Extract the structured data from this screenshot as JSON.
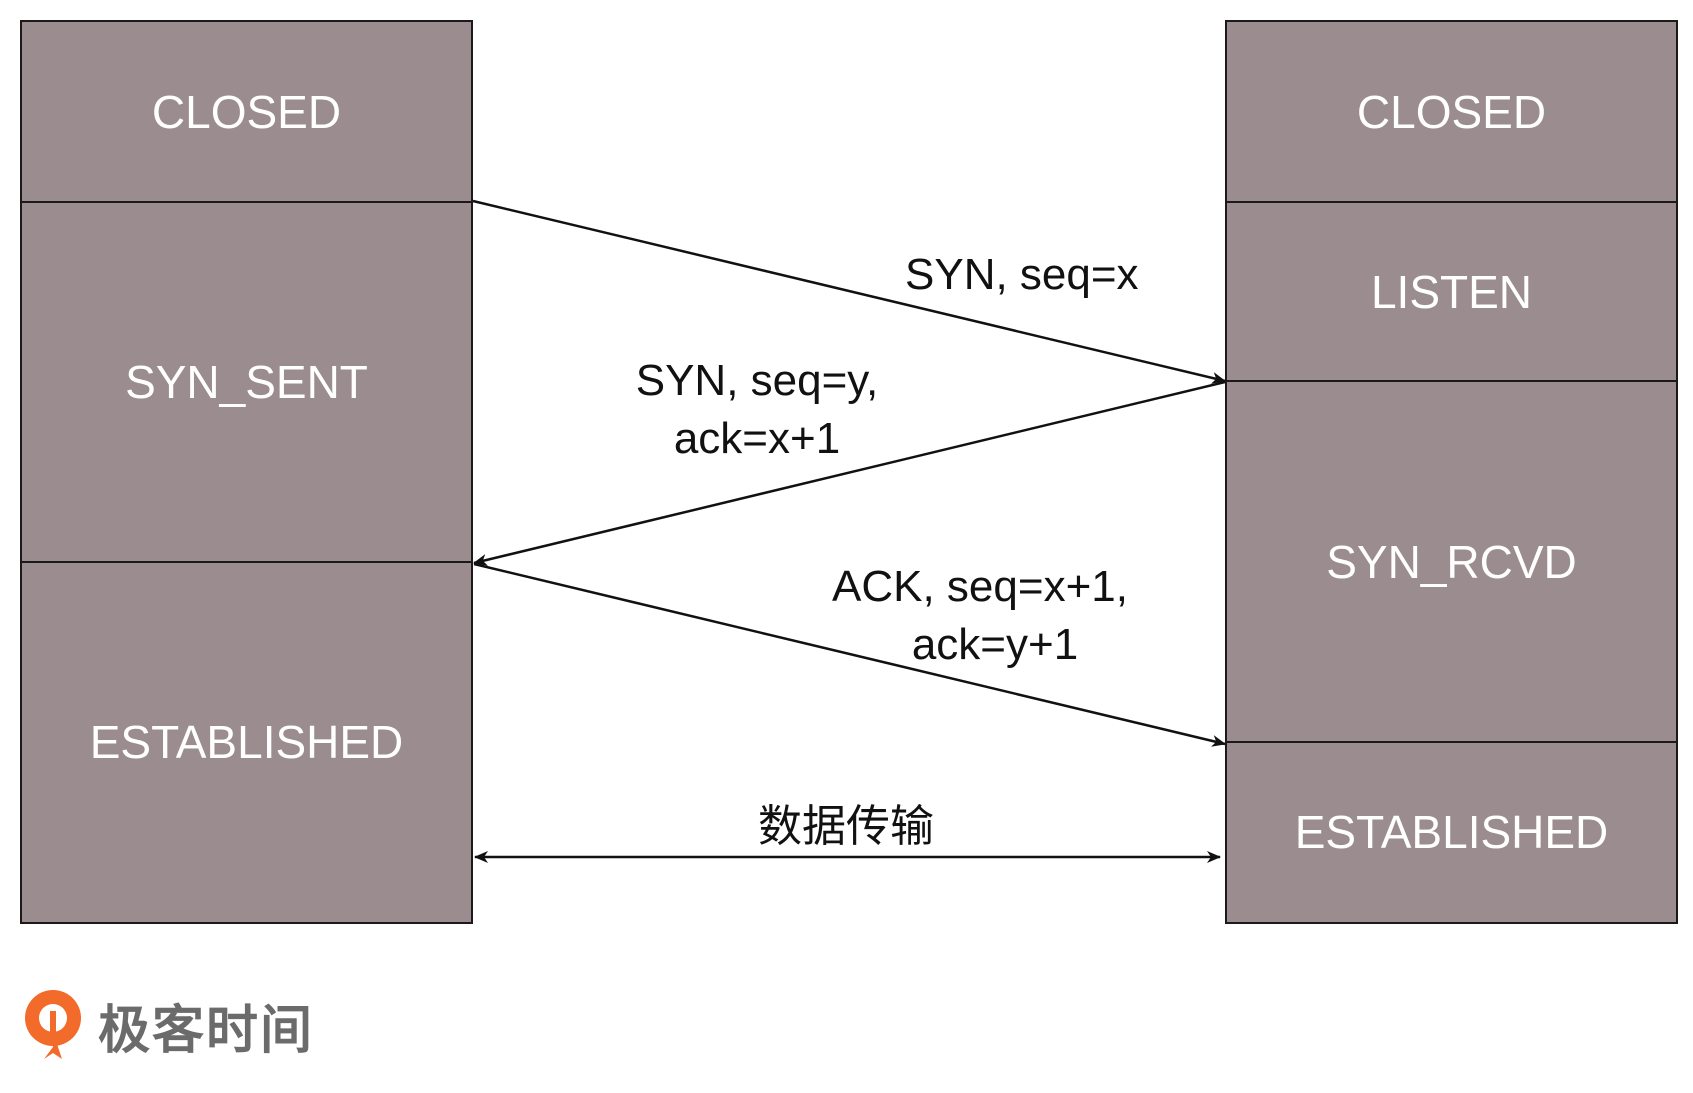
{
  "client": {
    "states": [
      "CLOSED",
      "SYN_SENT",
      "ESTABLISHED"
    ]
  },
  "server": {
    "states": [
      "CLOSED",
      "LISTEN",
      "SYN_RCVD",
      "ESTABLISHED"
    ]
  },
  "messages": {
    "syn": "SYN, seq=x",
    "synack_line1": "SYN, seq=y,",
    "synack_line2": "ack=x+1",
    "ack_line1": "ACK, seq=x+1,",
    "ack_line2": "ack=y+1",
    "data": "数据传输"
  },
  "logo": {
    "text": "极客时间",
    "icon": "geektime-logo-icon"
  },
  "colors": {
    "state_fill": "#9a8c8f",
    "state_text": "#ffffff",
    "border": "#1a1a1a",
    "logo_orange": "#f26b2a",
    "logo_text": "#6b6b6b"
  }
}
